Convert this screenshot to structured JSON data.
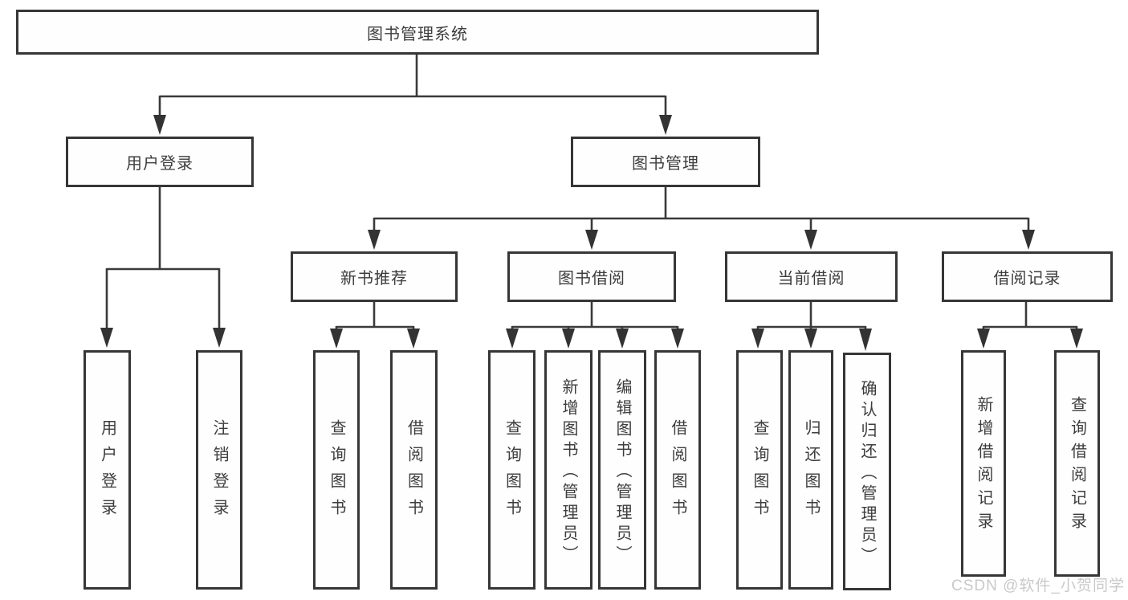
{
  "tree": {
    "root": {
      "label": "图书管理系统",
      "children": [
        {
          "label": "用户登录",
          "children": [
            {
              "label": "用户登录"
            },
            {
              "label": "注销登录"
            }
          ]
        },
        {
          "label": "图书管理",
          "children": [
            {
              "label": "新书推荐",
              "children": [
                {
                  "label": "查询图书"
                },
                {
                  "label": "借阅图书"
                }
              ]
            },
            {
              "label": "图书借阅",
              "children": [
                {
                  "label": "查询图书"
                },
                {
                  "label": "新增图书（管理员）"
                },
                {
                  "label": "编辑图书（管理员）"
                },
                {
                  "label": "借阅图书"
                }
              ]
            },
            {
              "label": "当前借阅",
              "children": [
                {
                  "label": "查询图书"
                },
                {
                  "label": "归还图书"
                },
                {
                  "label": "确认归还（管理员）"
                }
              ]
            },
            {
              "label": "借阅记录",
              "children": [
                {
                  "label": "新增借阅记录"
                },
                {
                  "label": "查询借阅记录"
                }
              ]
            }
          ]
        }
      ]
    }
  },
  "watermark": {
    "text": "CSDN @软件_小贺同学",
    "color": "#c9c9c9"
  },
  "colors": {
    "line": "#3a3a3a",
    "box_border": "#363636",
    "text": "#3d3d3d",
    "background": "#ffffff"
  }
}
